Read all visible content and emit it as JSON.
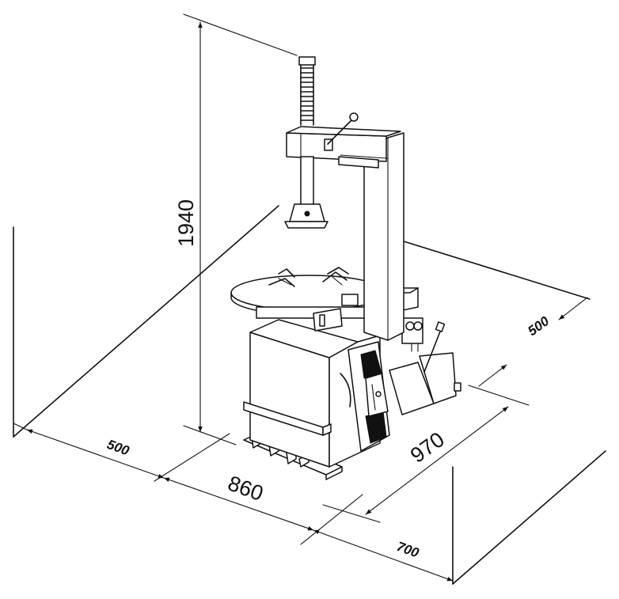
{
  "colors": {
    "line": "#111111",
    "background": "#ffffff"
  },
  "dimensions": {
    "height": "1940",
    "width_front": "860",
    "depth": "970",
    "clearance_left": "500",
    "clearance_right": "500",
    "clearance_front": "700"
  }
}
